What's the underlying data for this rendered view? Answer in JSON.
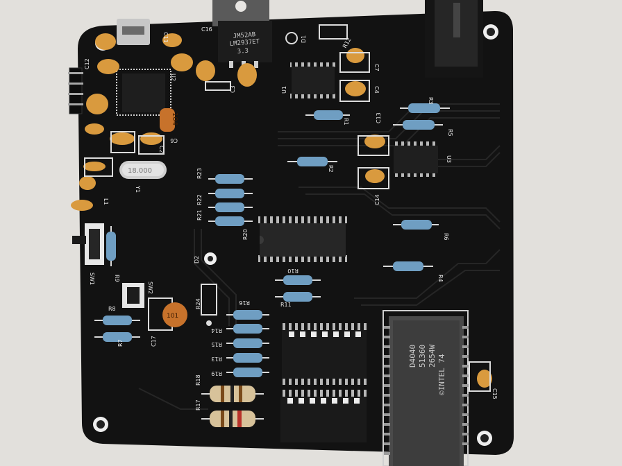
{
  "labels": {
    "c12": "C12",
    "c16": "C16",
    "c11": "C11",
    "u2": "U2",
    "vreg_line1": "JM52AB",
    "vreg_line2": "LM2937ET",
    "vreg_line3": "3.3",
    "c3": "C3",
    "d1": "D1",
    "r12": "R12",
    "c7": "C7",
    "c4": "C4",
    "u1": "U1",
    "r1": "R1",
    "r3": "R3",
    "r5": "R5",
    "c13": "C13",
    "r2": "R2",
    "u3": "U3",
    "c14": "C14",
    "c6": "C6",
    "c2": "C2",
    "cap104": "104",
    "y1": "Y1",
    "crystal": "18.000",
    "r23": "R23",
    "r22": "R22",
    "r21": "R21",
    "r20": "R20",
    "l1": "L1",
    "sw1": "SW1",
    "r9": "R9",
    "d2": "D2",
    "r24": "R24",
    "sw2": "SW2",
    "r8": "R8",
    "r7": "R7",
    "c17": "C17",
    "cap101": "101",
    "r10": "R10",
    "r11": "R11",
    "r6": "R6",
    "r4": "R4",
    "r16": "R16",
    "r14": "R14",
    "r15": "R15",
    "r13": "R13",
    "r19": "R19",
    "r18": "R18",
    "r17": "R17",
    "c15": "C15",
    "cpu_line1": "D4040",
    "cpu_line2": "51360",
    "cpu_line3": "2654W",
    "cpu_line4": "©INTEL 74"
  },
  "colors": {
    "background": "#e7e5e2",
    "board": "#121212",
    "silkscreen": "#e9e9e9",
    "ceramic_cap": "#d99a3e",
    "resistor_body": "#6f9ec2",
    "carbon_resistor": "#d7c29a",
    "pad": "#d9d9d9"
  }
}
